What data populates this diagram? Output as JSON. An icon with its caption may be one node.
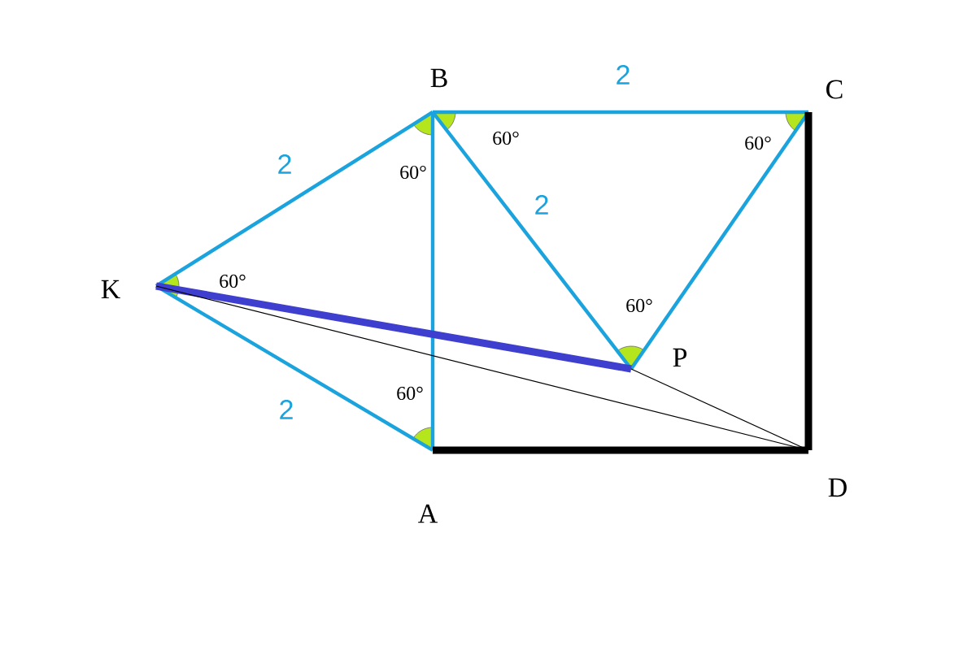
{
  "diagram": {
    "nodes": [
      {
        "text": [
          "K"
        ]
      },
      {
        "text": [
          "B"
        ]
      },
      {
        "text": [
          "C"
        ]
      },
      {
        "text": [
          "P"
        ]
      },
      {
        "text": [
          "A"
        ]
      },
      {
        "text": [
          "D"
        ]
      }
    ],
    "edges": [
      {
        "from": 0,
        "to": 1,
        "arrow": "none",
        "label": "2"
      },
      {
        "from": 0,
        "to": 4,
        "arrow": "none",
        "label": "2"
      },
      {
        "from": 1,
        "to": 4,
        "arrow": "none"
      },
      {
        "from": 1,
        "to": 2,
        "arrow": "none",
        "label": "2"
      },
      {
        "from": 1,
        "to": 3,
        "arrow": "none",
        "label": "2"
      },
      {
        "from": 3,
        "to": 2,
        "arrow": "none"
      },
      {
        "from": 2,
        "to": 5,
        "arrow": "none",
        "style": "thick",
        "color": "#000000"
      },
      {
        "from": 4,
        "to": 5,
        "arrow": "none",
        "style": "thick",
        "color": "#000000"
      },
      {
        "from": 0,
        "to": 3,
        "arrow": "none",
        "style": "thick",
        "color": "#3f3fcf"
      },
      {
        "from": 0,
        "to": 5,
        "arrow": "none",
        "color": "#000000"
      },
      {
        "from": 3,
        "to": 5,
        "arrow": "none",
        "color": "#000000"
      }
    ],
    "labels": [
      "60°",
      "60°",
      "60°",
      "60°",
      "60°",
      "60°"
    ]
  }
}
